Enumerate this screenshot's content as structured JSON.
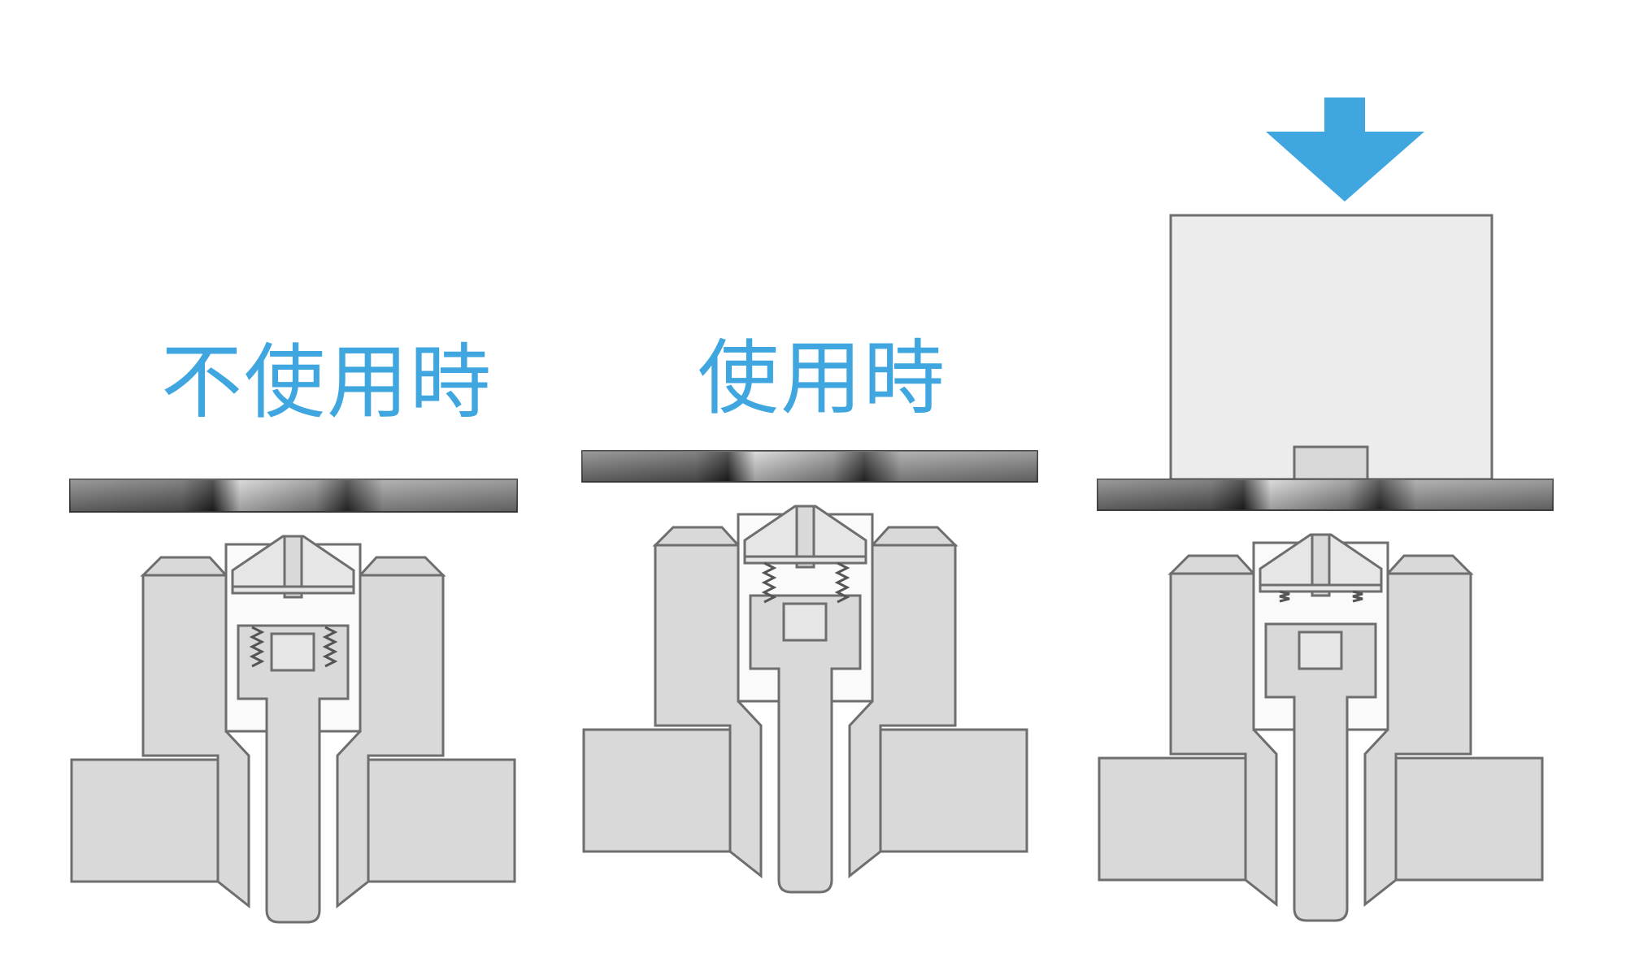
{
  "diagram": {
    "panels": [
      {
        "id": "idle",
        "caption": "不使用時",
        "state": "spring-extended"
      },
      {
        "id": "in-use",
        "caption": "使用時",
        "state": "spring-extended"
      },
      {
        "id": "pressed",
        "caption": "",
        "state": "spring-compressed",
        "load": "block-with-down-arrow"
      }
    ],
    "colors": {
      "caption": "#3fa6df",
      "arrow": "#3fa6df",
      "metal": "#d9d9d9",
      "outline": "#6e6e6e"
    }
  }
}
